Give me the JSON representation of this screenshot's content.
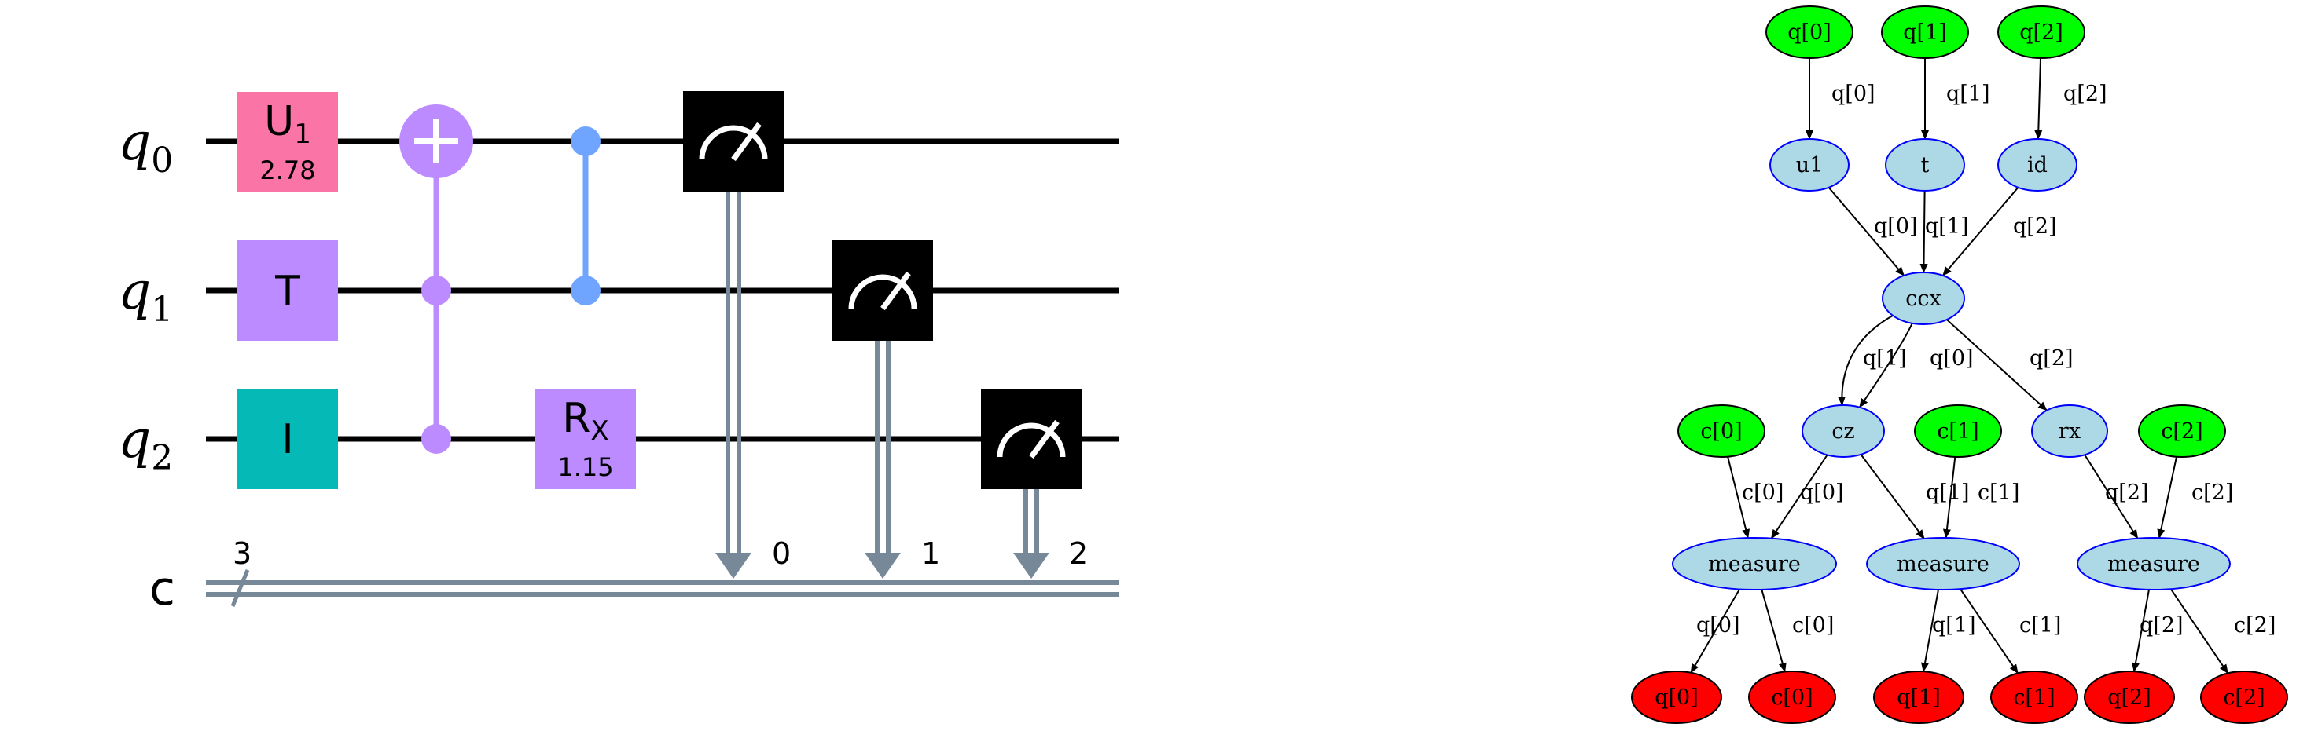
{
  "circuit": {
    "qubits": [
      {
        "sym": "q",
        "sub": "0"
      },
      {
        "sym": "q",
        "sub": "1"
      },
      {
        "sym": "q",
        "sub": "2"
      }
    ],
    "creg": {
      "label": "c",
      "count": "3"
    },
    "gates": {
      "u1": {
        "label": "U",
        "sub": "1",
        "param": "2.78",
        "color": "#fa74a6"
      },
      "t": {
        "label": "T",
        "color": "#bb8bff"
      },
      "id": {
        "label": "I",
        "color": "#05bab6"
      },
      "rx": {
        "label": "R",
        "sub": "X",
        "param": "1.15",
        "color": "#bb8bff"
      },
      "ccx_color": "#bb8bff",
      "cz_color": "#6fa4ff",
      "measure_color": "#000000",
      "classical_color": "#778899"
    },
    "measure_bits": [
      "0",
      "1",
      "2"
    ]
  },
  "dag": {
    "colors": {
      "input": "#00ff00",
      "op": "#add8e6",
      "op_border": "#0000ff",
      "output": "#ff0000"
    },
    "nodes": {
      "in_q0": {
        "label": "q[0]",
        "kind": "input"
      },
      "in_q1": {
        "label": "q[1]",
        "kind": "input"
      },
      "in_q2": {
        "label": "q[2]",
        "kind": "input"
      },
      "u1": {
        "label": "u1",
        "kind": "op"
      },
      "t": {
        "label": "t",
        "kind": "op"
      },
      "id": {
        "label": "id",
        "kind": "op"
      },
      "ccx": {
        "label": "ccx",
        "kind": "op"
      },
      "cz": {
        "label": "cz",
        "kind": "op"
      },
      "rx": {
        "label": "rx",
        "kind": "op"
      },
      "in_c0": {
        "label": "c[0]",
        "kind": "input"
      },
      "in_c1": {
        "label": "c[1]",
        "kind": "input"
      },
      "in_c2": {
        "label": "c[2]",
        "kind": "input"
      },
      "m0": {
        "label": "measure",
        "kind": "op"
      },
      "m1": {
        "label": "measure",
        "kind": "op"
      },
      "m2": {
        "label": "measure",
        "kind": "op"
      },
      "out_q0": {
        "label": "q[0]",
        "kind": "output"
      },
      "out_c0": {
        "label": "c[0]",
        "kind": "output"
      },
      "out_q1": {
        "label": "q[1]",
        "kind": "output"
      },
      "out_c1": {
        "label": "c[1]",
        "kind": "output"
      },
      "out_q2": {
        "label": "q[2]",
        "kind": "output"
      },
      "out_c2": {
        "label": "c[2]",
        "kind": "output"
      }
    },
    "edges": [
      {
        "from": "in_q0",
        "to": "u1",
        "label": "q[0]"
      },
      {
        "from": "in_q1",
        "to": "t",
        "label": "q[1]"
      },
      {
        "from": "in_q2",
        "to": "id",
        "label": "q[2]"
      },
      {
        "from": "u1",
        "to": "ccx",
        "label": "q[0]"
      },
      {
        "from": "t",
        "to": "ccx",
        "label": "q[1]"
      },
      {
        "from": "id",
        "to": "ccx",
        "label": "q[2]"
      },
      {
        "from": "ccx",
        "to": "cz",
        "label": "q[1]"
      },
      {
        "from": "ccx",
        "to": "cz",
        "label": "q[0]"
      },
      {
        "from": "ccx",
        "to": "rx",
        "label": "q[2]"
      },
      {
        "from": "in_c0",
        "to": "m0",
        "label": "c[0]"
      },
      {
        "from": "cz",
        "to": "m0",
        "label": "q[0]"
      },
      {
        "from": "cz",
        "to": "m1",
        "label": "q[1]"
      },
      {
        "from": "in_c1",
        "to": "m1",
        "label": "c[1]"
      },
      {
        "from": "rx",
        "to": "m2",
        "label": "q[2]"
      },
      {
        "from": "in_c2",
        "to": "m2",
        "label": "c[2]"
      },
      {
        "from": "m0",
        "to": "out_q0",
        "label": "q[0]"
      },
      {
        "from": "m0",
        "to": "out_c0",
        "label": "c[0]"
      },
      {
        "from": "m1",
        "to": "out_q1",
        "label": "q[1]"
      },
      {
        "from": "m1",
        "to": "out_c1",
        "label": "c[1]"
      },
      {
        "from": "m2",
        "to": "out_q2",
        "label": "q[2]"
      },
      {
        "from": "m2",
        "to": "out_c2",
        "label": "c[2]"
      }
    ]
  }
}
